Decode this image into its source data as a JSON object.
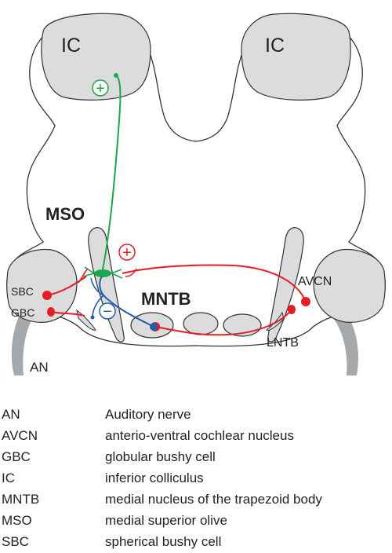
{
  "diagram": {
    "labels": {
      "ic_left": "IC",
      "ic_right": "IC",
      "mso": "MSO",
      "mntb": "MNTB",
      "sbc": "SBC",
      "gbc": "GBC",
      "avcn": "AVCN",
      "an": "AN",
      "lntb": "LNTB",
      "plus_top": "+",
      "plus_mid": "+",
      "minus": "−"
    },
    "colors": {
      "tissue_fill": "#dcdcdc",
      "outline": "#333333",
      "nerve": "#a6a9ac",
      "excitatory_red": "#e31e24",
      "inhibitory_blue": "#1b5fa8",
      "output_green": "#1aa84a"
    }
  },
  "legend": [
    {
      "abbr": "AN",
      "desc": "Auditory nerve"
    },
    {
      "abbr": "AVCN",
      "desc": "anterio-ventral cochlear nucleus"
    },
    {
      "abbr": "GBC",
      "desc": "globular bushy cell"
    },
    {
      "abbr": "IC",
      "desc": "inferior colliculus"
    },
    {
      "abbr": "MNTB",
      "desc": "medial nucleus of the trapezoid body"
    },
    {
      "abbr": "MSO",
      "desc": "medial superior olive"
    },
    {
      "abbr": "SBC",
      "desc": "spherical bushy cell"
    }
  ]
}
